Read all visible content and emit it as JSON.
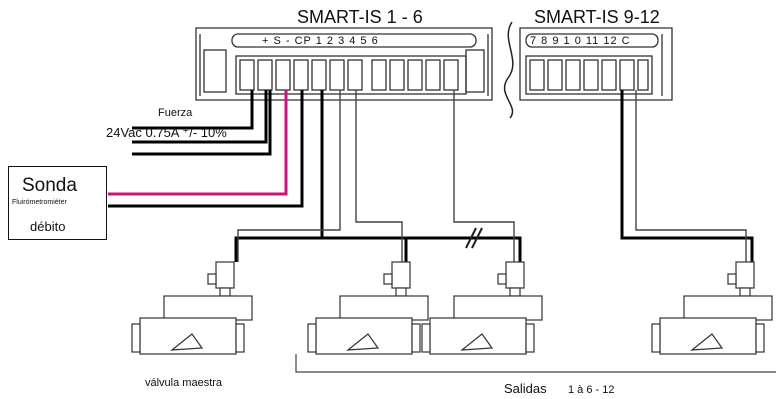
{
  "controller_left": {
    "title": "SMART-IS 1 - 6",
    "terminal_strip": "+ S - CP 1 2 3 4 5 6"
  },
  "controller_right": {
    "title": "SMART-IS 9-12",
    "terminal_strip": "7 8 9 1 0 11 12 C"
  },
  "power": {
    "label": "Fuerza",
    "spec": "24Vac 0.75A  ⁺/- 10%"
  },
  "sensor": {
    "title": "Sonda",
    "subtitle": "Fluirómetromiéter",
    "unit": "débito"
  },
  "master_valve": {
    "label": "válvula maestra"
  },
  "outputs": {
    "label": "Salidas",
    "range": "1 à 6 - 12"
  },
  "colors": {
    "wire_power": "#000000",
    "wire_sensor": "#c8157a",
    "wire_common": "#000000",
    "device_outline": "#333333"
  },
  "icons": [
    "controller-terminal-block",
    "solenoid-valve",
    "flow-sensor-box",
    "wire-break-mark"
  ]
}
